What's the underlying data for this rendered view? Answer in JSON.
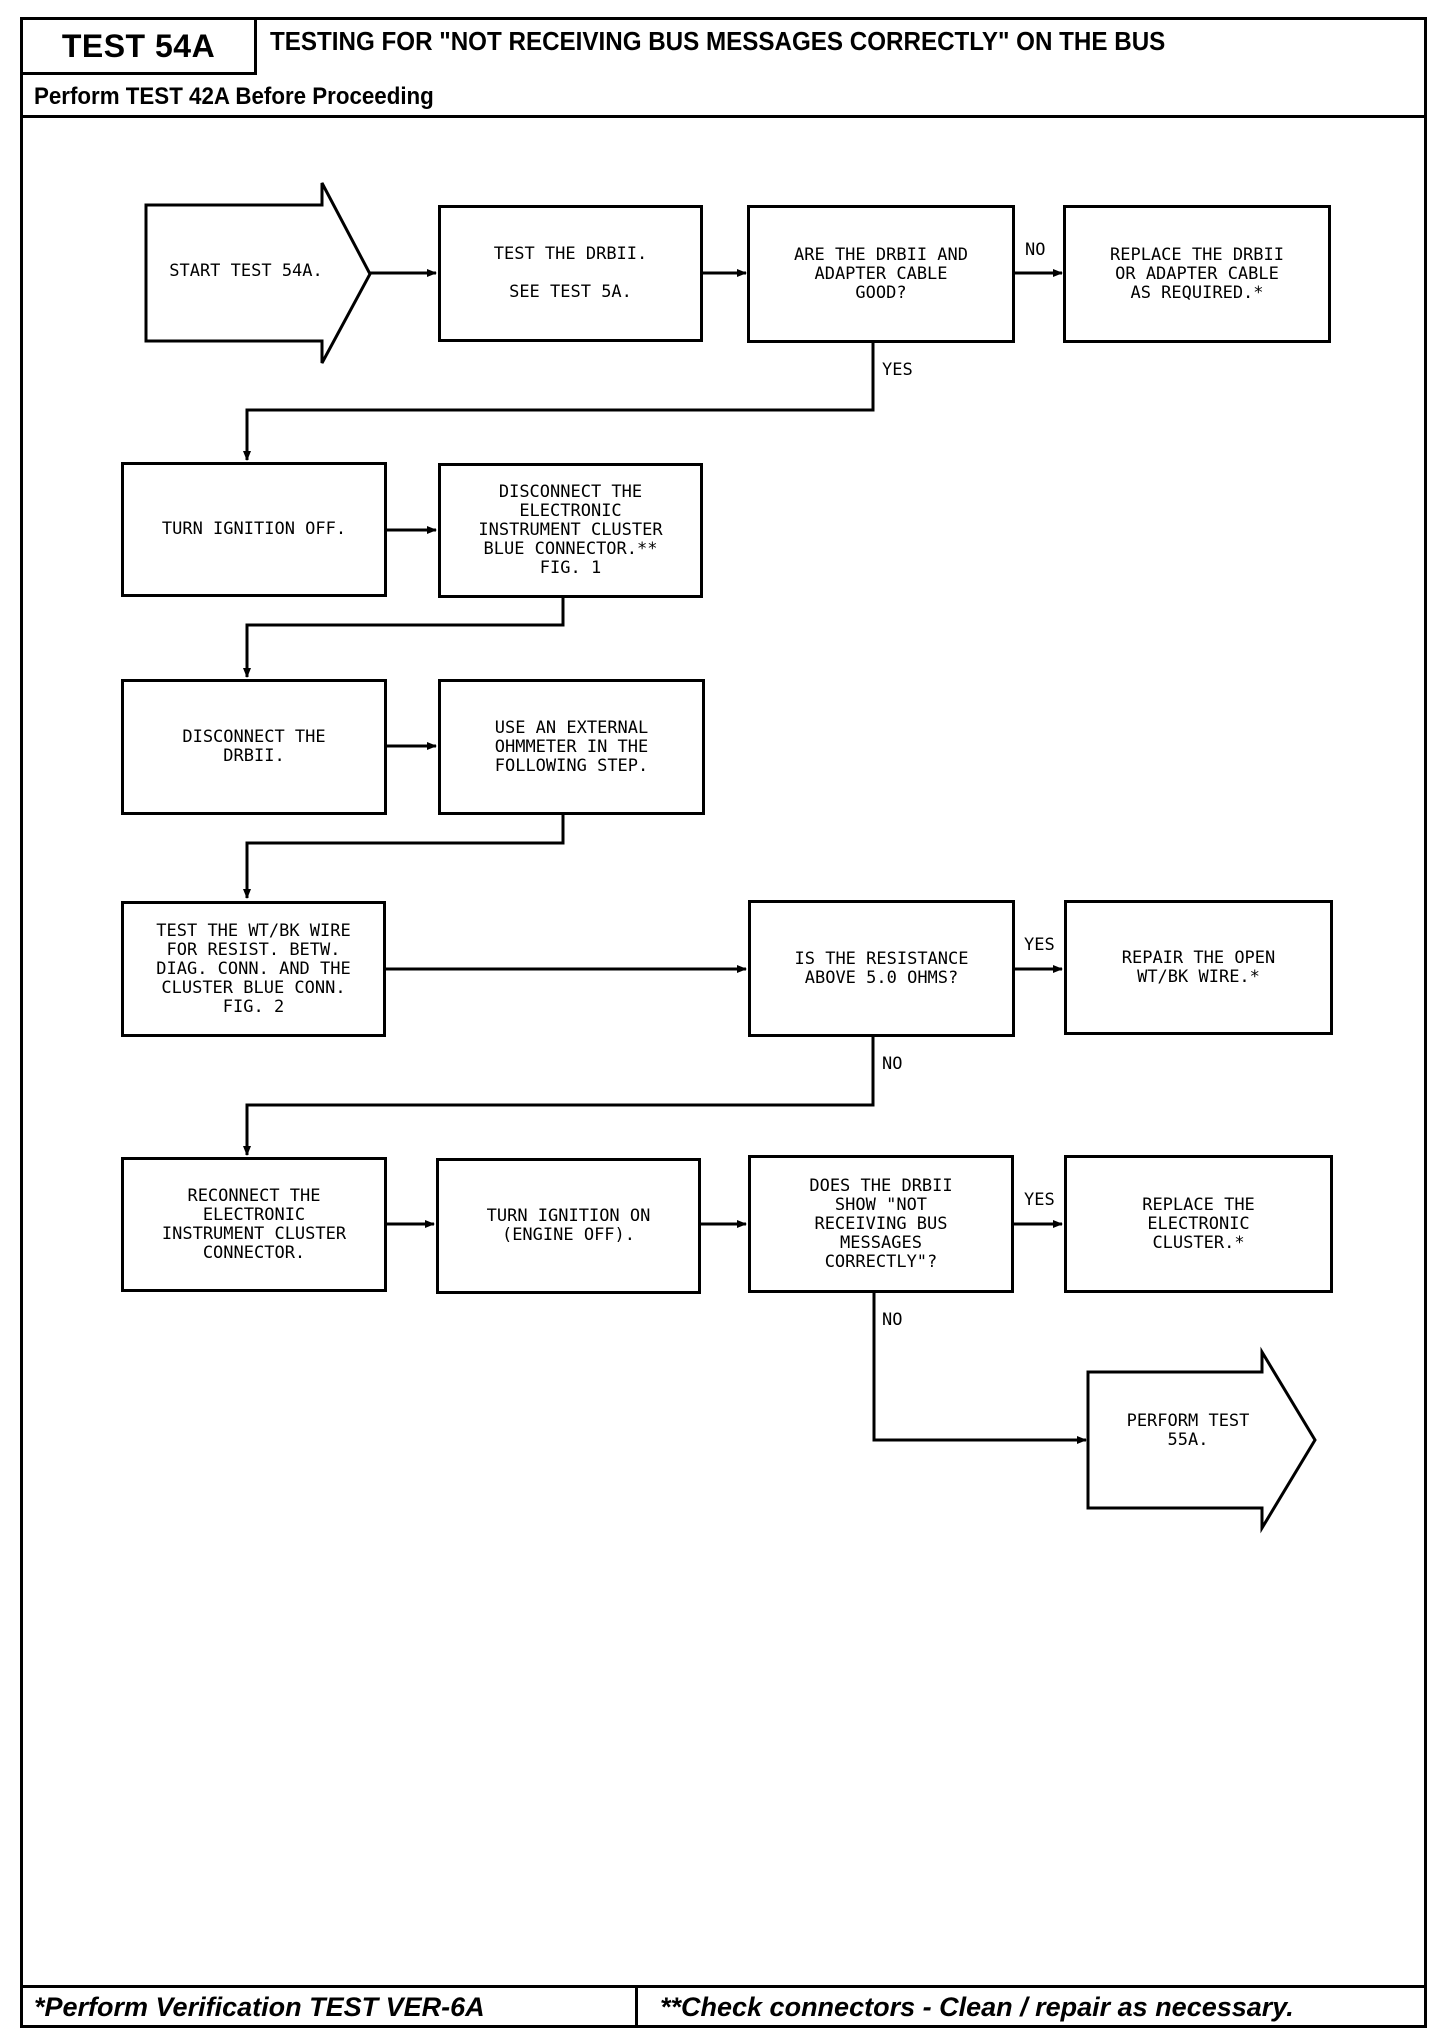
{
  "header": {
    "test_id": "TEST 54A",
    "title": "TESTING FOR \"NOT RECEIVING BUS MESSAGES CORRECTLY\" ON THE BUS",
    "prerequisite": "Perform TEST 42A Before Proceeding"
  },
  "flowchart": {
    "start": "START TEST 54A.",
    "step_test_drbii": "TEST THE DRBII.\n\nSEE TEST 5A.",
    "q_drbii_good": "ARE THE DRBII AND\nADAPTER CABLE\nGOOD?",
    "a_replace_drbii": "REPLACE THE DRBII\nOR ADAPTER CABLE\nAS REQUIRED.*",
    "step_ignition_off": "TURN IGNITION OFF.",
    "step_disconnect_cluster": "DISCONNECT THE\nELECTRONIC\nINSTRUMENT CLUSTER\nBLUE CONNECTOR.**\nFIG. 1",
    "step_disconnect_drbii": "DISCONNECT THE\nDRBII.",
    "step_use_ohmmeter": "USE AN EXTERNAL\nOHMMETER IN THE\nFOLLOWING STEP.",
    "step_test_wire": "TEST THE WT/BK WIRE\nFOR RESIST. BETW.\nDIAG. CONN. AND THE\nCLUSTER BLUE CONN.\nFIG. 2",
    "q_resistance": "IS THE RESISTANCE\nABOVE 5.0 OHMS?",
    "a_repair_wire": "REPAIR THE OPEN\nWT/BK WIRE.*",
    "step_reconnect": "RECONNECT THE\nELECTRONIC\nINSTRUMENT CLUSTER\nCONNECTOR.",
    "step_ignition_on": "TURN IGNITION ON\n(ENGINE OFF).",
    "q_drbii_show": "DOES THE DRBII\nSHOW \"NOT\nRECEIVING BUS\nMESSAGES\nCORRECTLY\"?",
    "a_replace_cluster": "REPLACE THE\nELECTRONIC\nCLUSTER.*",
    "end": "PERFORM TEST\n55A.",
    "labels": {
      "no_1": "NO",
      "yes_1": "YES",
      "yes_2": "YES",
      "no_2": "NO",
      "yes_3": "YES",
      "no_3": "NO"
    }
  },
  "footer": {
    "left_note": "*Perform Verification TEST VER-6A",
    "right_note": "**Check connectors - Clean / repair as necessary."
  }
}
